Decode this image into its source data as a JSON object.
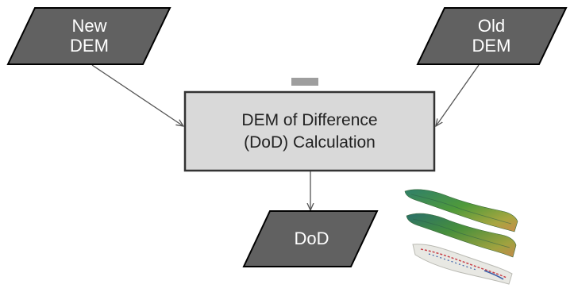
{
  "nodes": {
    "new_dem": {
      "label": "New\nDEM"
    },
    "old_dem": {
      "label": "Old\nDEM"
    },
    "calculation": {
      "label": "DEM of Difference\n(DoD) Calculation"
    },
    "dod": {
      "label": "DoD"
    }
  },
  "colors": {
    "data_fill": "#616161",
    "data_stroke": "#000000",
    "process_fill": "#d9d9d9",
    "process_stroke": "#333333",
    "arrow": "#555555",
    "handle": "#9e9e9e"
  },
  "icons": {
    "terrain_illustration": "stacked-terrain-surfaces-icon"
  }
}
